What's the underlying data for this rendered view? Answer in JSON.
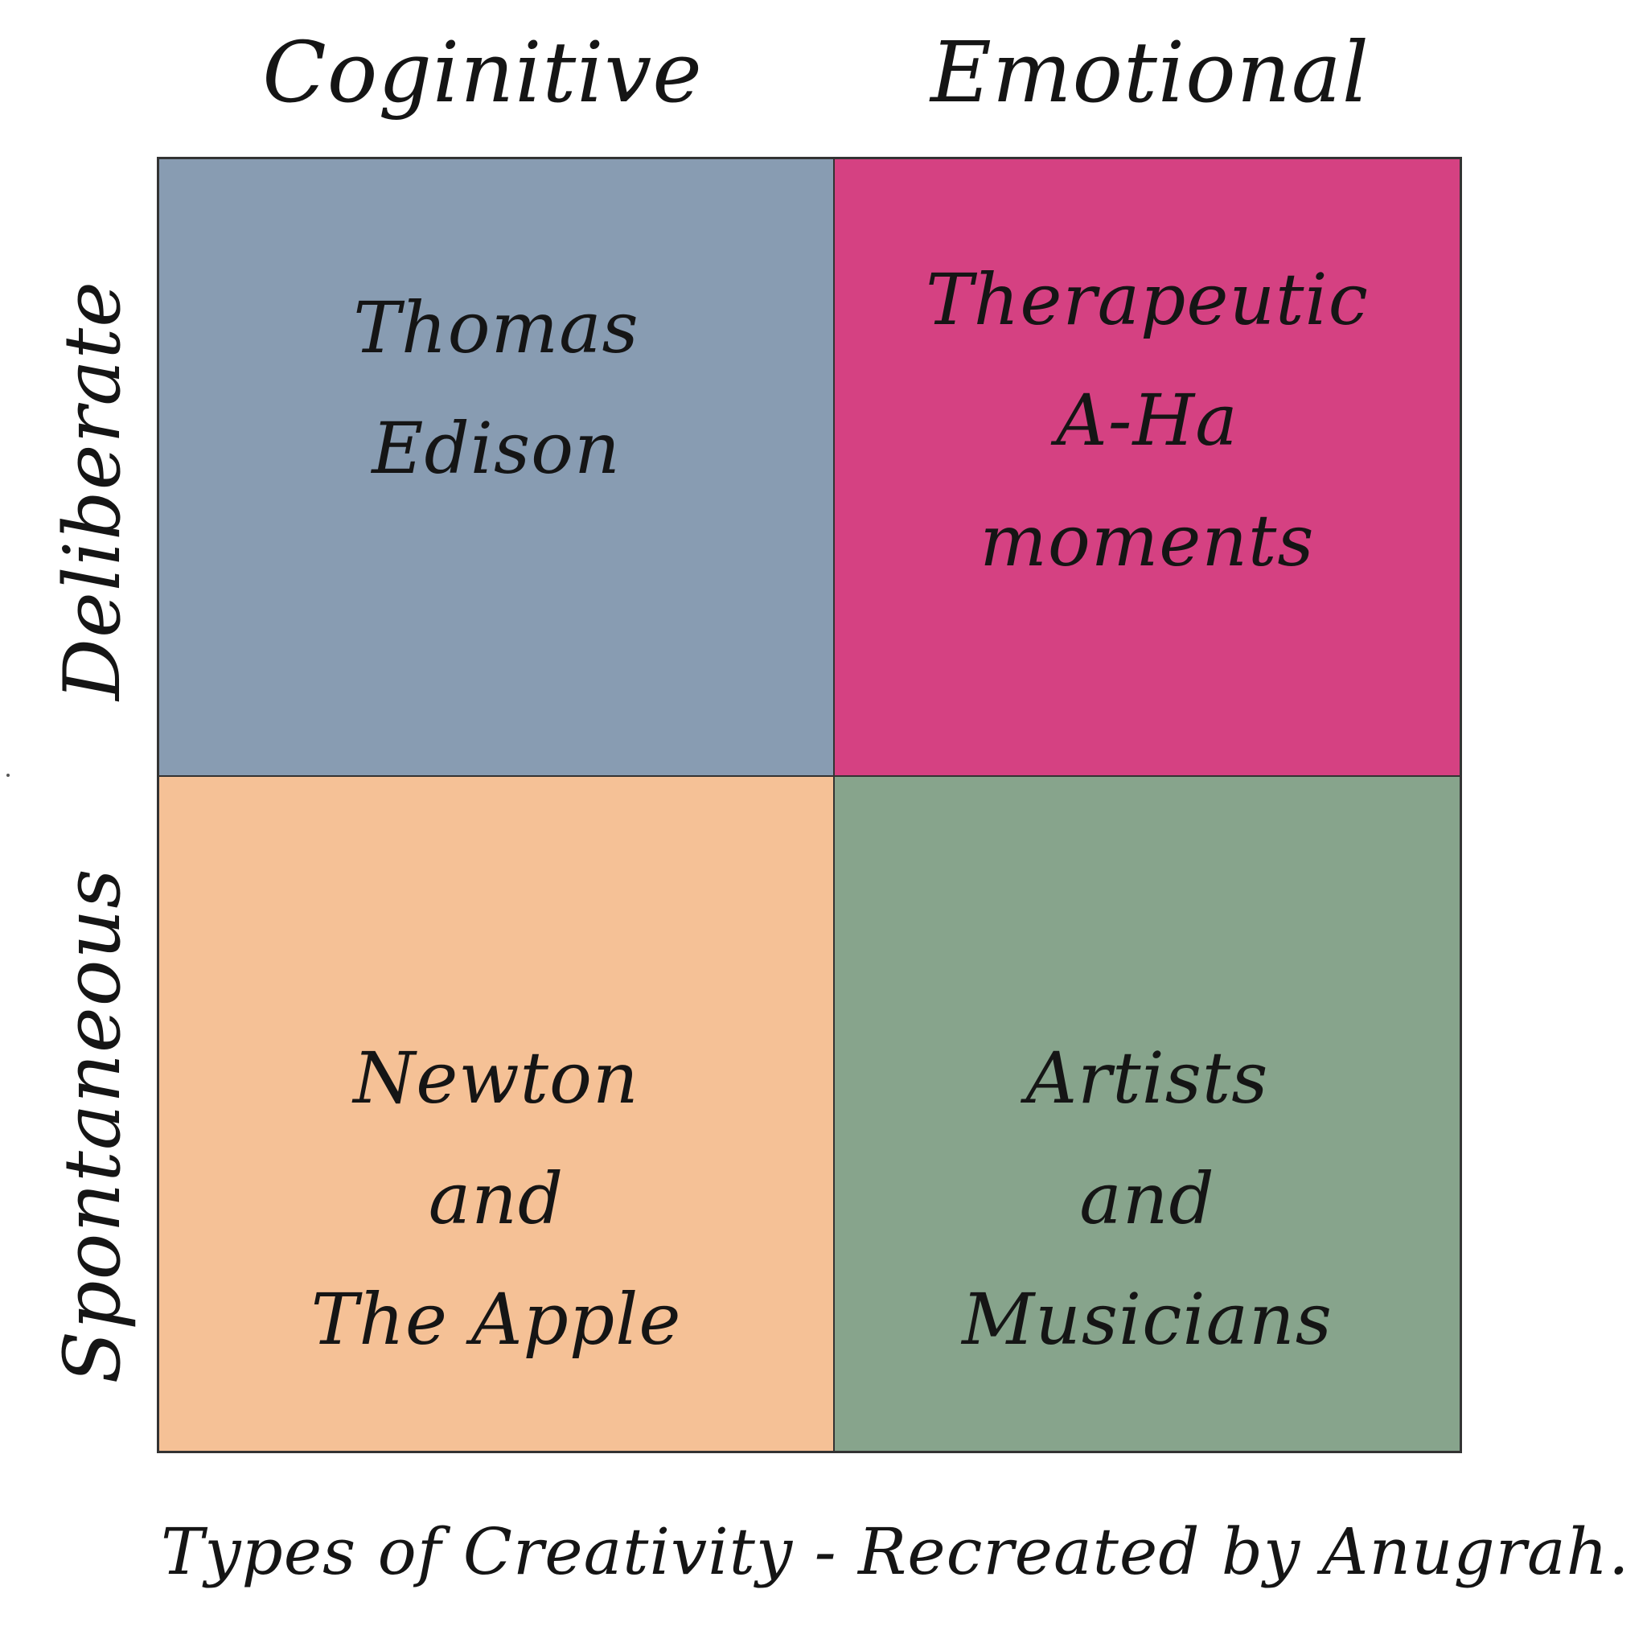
{
  "columns": [
    "Coginitive",
    "Emotional"
  ],
  "rows": [
    "Deliberate",
    "Spontaneous"
  ],
  "quadrants": [
    {
      "lines": [
        "Thomas",
        "Edison"
      ],
      "color": "#889cb2"
    },
    {
      "lines": [
        "Therapeutic",
        "A-Ha",
        "moments"
      ],
      "color": "#d54182"
    },
    {
      "lines": [
        "Newton",
        "and",
        "The Apple"
      ],
      "color": "#f5c196"
    },
    {
      "lines": [
        "Artists",
        "and",
        "Musicians"
      ],
      "color": "#87a48c"
    }
  ],
  "caption": "Types of Creativity - Recreated by Anugrah."
}
